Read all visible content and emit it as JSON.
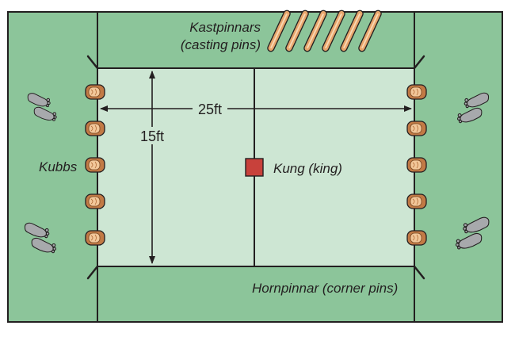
{
  "labels": {
    "casting_pins_line1": "Kastpinnars",
    "casting_pins_line2": "(casting pins)",
    "width_dimension": "25ft",
    "length_dimension": "15ft",
    "kubbs": "Kubbs",
    "king": "Kung (king)",
    "corner_pins": "Hornpinnar (corner pins)"
  },
  "counts": {
    "casting_pins": 6,
    "kubbs_per_side": 5,
    "footprint_pairs_per_side": 2
  },
  "colors": {
    "outer_field": "#8cc59a",
    "inner_pitch": "#cde6d3",
    "lines": "#231f20",
    "king": "#c8413b",
    "wood_dark": "#c27a45",
    "wood_light": "#f2c79a",
    "footprint": "#a7a9ac"
  }
}
